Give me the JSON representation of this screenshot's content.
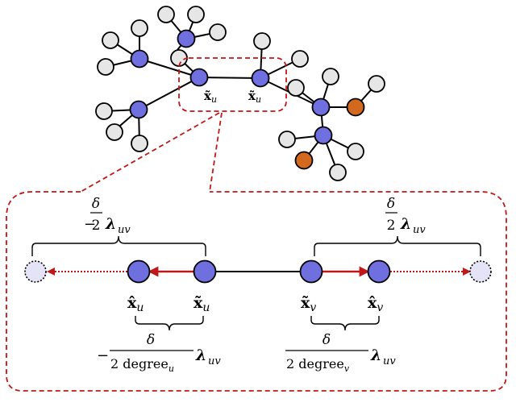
{
  "colors": {
    "node_blue": "#6f6fe0",
    "node_gray": "#e6e6e6",
    "node_orange": "#d2691e",
    "node_ghost": "#e4e4f6",
    "highlight_red": "#c01818",
    "edge_black": "#000000"
  },
  "graph": {
    "label_xu_top": "x̃",
    "label_xu_top_sub": "u",
    "label_xv_top": "x̃",
    "label_xv_top_sub": "u"
  },
  "zoom": {
    "top_left": {
      "prefix": "−",
      "numerator": "δ",
      "denominator": "2",
      "lambda": "λ",
      "sub": "uv"
    },
    "top_right": {
      "numerator": "δ",
      "denominator": "2",
      "lambda": "λ",
      "sub": "uv"
    },
    "node_labels": {
      "xu_hat": "x̂",
      "xu_hat_sub": "u",
      "xu_tilde": "x̃",
      "xu_tilde_sub": "u",
      "xv_tilde": "x̃",
      "xv_tilde_sub": "v",
      "xv_hat": "x̂",
      "xv_hat_sub": "v"
    },
    "bottom_left": {
      "prefix": "−",
      "numerator": "δ",
      "denominator": "2 degree",
      "denominator_sub": "u",
      "lambda": "λ",
      "sub": "uv"
    },
    "bottom_right": {
      "numerator": "δ",
      "denominator": "2 degree",
      "denominator_sub": "v",
      "lambda": "λ",
      "sub": "uv"
    }
  }
}
